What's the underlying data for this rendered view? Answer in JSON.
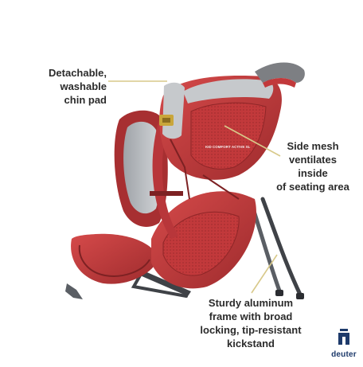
{
  "callouts": {
    "chin_pad": {
      "lines": [
        "Detachable,",
        "washable",
        "chin pad"
      ]
    },
    "side_mesh": {
      "lines": [
        "Side mesh",
        "ventilates inside",
        "of seating area"
      ]
    },
    "frame": {
      "lines": [
        "Sturdy aluminum",
        "frame with broad",
        "locking, tip-resistant",
        "kickstand"
      ]
    }
  },
  "product_print": "KID COMFORT ACTIVE SL",
  "brand": {
    "wordmark": "deuter"
  },
  "colors": {
    "carrier_red": "#c2393b",
    "carrier_red_dark": "#8f2628",
    "mesh_grey": "#b9bcc0",
    "frame_metal": "#4a4d52",
    "leader_line": "#d8c98a",
    "buckle": "#c9a63a",
    "text": "#2b2b2b",
    "brand_blue": "#1d3a6b"
  }
}
